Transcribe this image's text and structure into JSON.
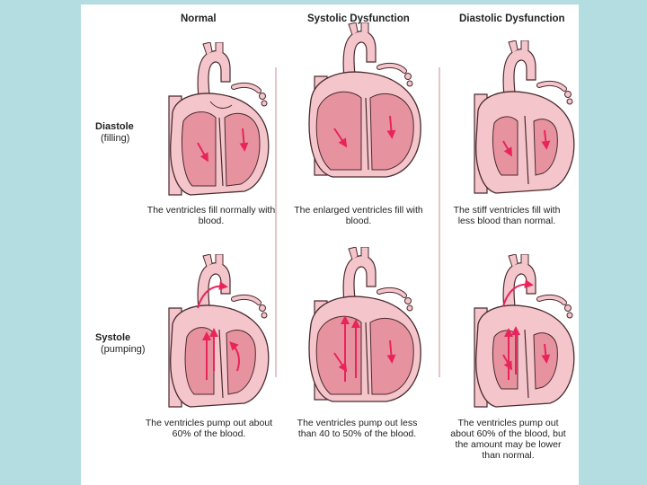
{
  "headers": {
    "normal": "Normal",
    "systolic": "Systolic Dysfunction",
    "diastolic": "Diastolic Dysfunction"
  },
  "rows": {
    "diastole": {
      "label": "Diastole",
      "sub": "(filling)"
    },
    "systole": {
      "label": "Systole",
      "sub": "(pumping)"
    }
  },
  "captions": {
    "diastole_normal": "The ventricles fill normally with blood.",
    "diastole_systolic": "The enlarged ventricles fill with blood.",
    "diastole_diastolic": "The stiff ventricles fill with less blood than normal.",
    "systole_normal": "The ventricles pump out about 60% of the blood.",
    "systole_systolic": "The ventricles pump out less than 40 to 50% of the blood.",
    "systole_diastolic": "The ventricles pump out about 60% of the blood, but the amount may be lower than normal."
  },
  "colors": {
    "background": "#b4dde2",
    "panel": "#ffffff",
    "heart_wall": "#f4c6cc",
    "chamber": "#e7939f",
    "outline": "#4a2a2e",
    "arrow": "#e8245a"
  },
  "icons": {
    "heart_diastole_normal": "heart-illustration",
    "heart_diastole_systolic": "enlarged-heart-illustration",
    "heart_diastole_diastolic": "stiff-heart-illustration",
    "heart_systole_normal": "heart-illustration",
    "heart_systole_systolic": "enlarged-heart-illustration",
    "heart_systole_diastolic": "stiff-heart-illustration"
  }
}
